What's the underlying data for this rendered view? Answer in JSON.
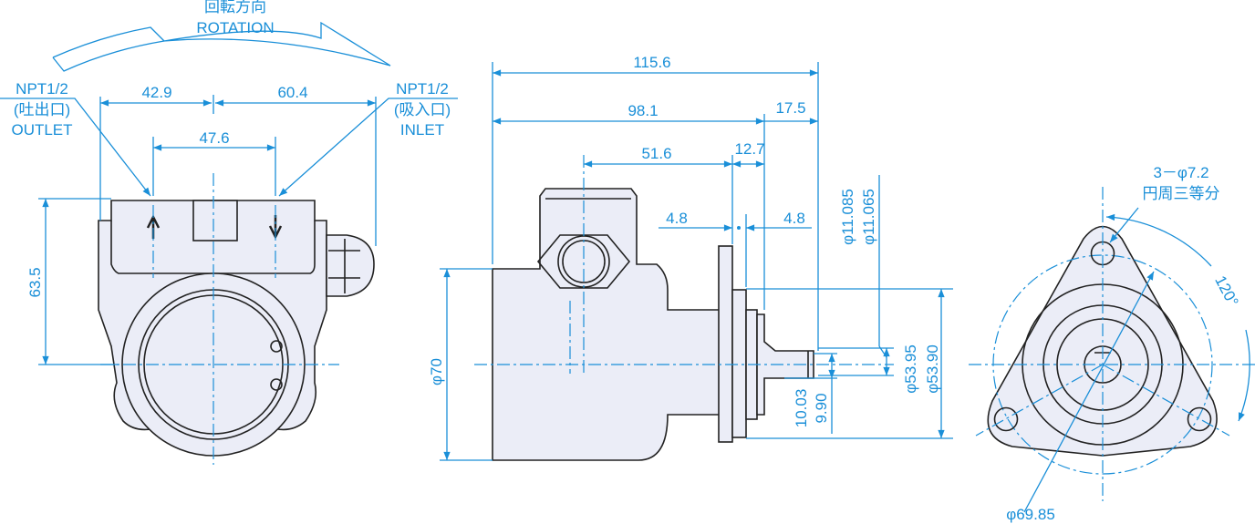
{
  "colors": {
    "dimension": "#1a8fd8",
    "outline": "#222222",
    "fill": "#ebedf7"
  },
  "front_view": {
    "rotation_jp": "回転方向",
    "rotation_en": "ROTATION",
    "outlet": {
      "thread": "NPT1/2",
      "jp": "(吐出口)",
      "en": "OUTLET"
    },
    "inlet": {
      "thread": "NPT1/2",
      "jp": "(吸入口)",
      "en": "INLET"
    },
    "dims": {
      "outlet_offset": "42.9",
      "inlet_offset": "60.4",
      "port_spacing": "47.6",
      "port_height": "63.5"
    }
  },
  "side_view": {
    "dims": {
      "overall_length": "115.6",
      "body_to_flange": "98.1",
      "shaft_length": "17.5",
      "port_to_flange": "51.6",
      "flange_to_shaft": "12.7",
      "flange_thickness": "4.8",
      "hub_length": "4.8",
      "body_dia": "φ70",
      "shaft_key_max": "10.03",
      "shaft_key_min": "9.90",
      "shaft_dia_max": "φ11.085",
      "shaft_dia_min": "φ11.065",
      "pilot_dia_max": "φ53.95",
      "pilot_dia_min": "φ53.90"
    }
  },
  "flange_view": {
    "holes": "3－φ7.2",
    "holes_note": "円周三等分",
    "angle": "120°",
    "pcd": "φ69.85"
  }
}
